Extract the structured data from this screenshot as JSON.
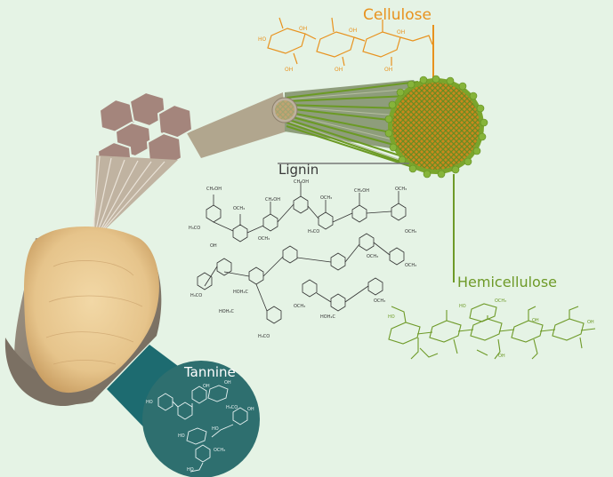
{
  "labels": {
    "cellulose": "Cellulose",
    "lignin": "Lignin",
    "hemicellulose": "Hemicellulose",
    "tannine": "Tannine"
  },
  "colors": {
    "background": "#e5f3e5",
    "cellulose": "#e8921e",
    "hemicellulose": "#6e9a28",
    "lignin": "#3a3a3a",
    "tannine_circle": "#2e6f6f",
    "fiber_bundle": "#8f7a6e",
    "fiber_cell": "#a4857c",
    "wood_bark": "#8c8072",
    "wood_face": "#e9c98e"
  },
  "icons": {
    "wood": "wood-log-icon",
    "fibers": "fiber-bundle-icon",
    "microfibril": "microfibril-cross-section-icon"
  }
}
